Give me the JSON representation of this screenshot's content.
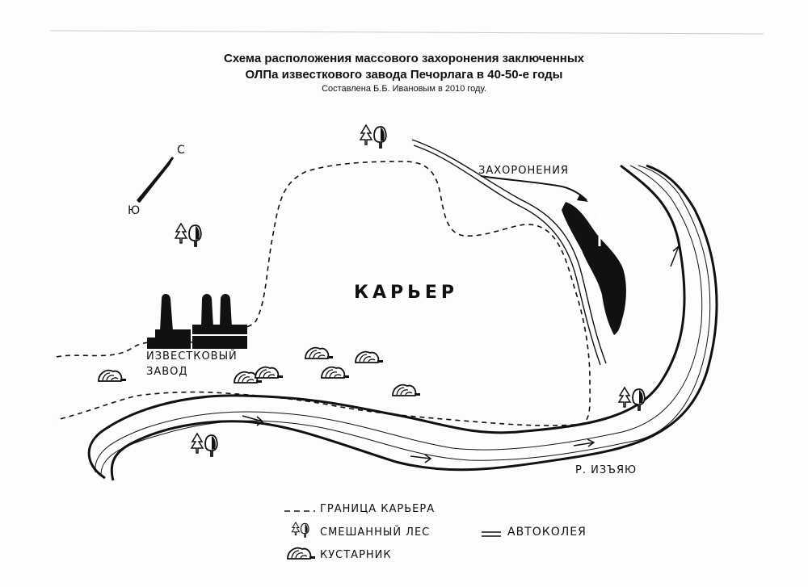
{
  "title": {
    "line1": "Схема расположения  массового захоронения заключенных",
    "line2": "ОЛПа известкового завода Печорлага  в 40-50-е годы",
    "author": "Составлена Б.Б. Ивановым в 2010 году."
  },
  "compass": {
    "north": "С",
    "south": "Ю"
  },
  "labels": {
    "quarry": "КАРЬЕР",
    "burials": "ЗАХОРОНЕНИЯ",
    "factory_line1": "ИЗВЕСТКОВЫЙ",
    "factory_line2": "ЗАВОД",
    "river": "Р. ИЗЪЯЮ"
  },
  "legend": {
    "boundary": "ГРАНИЦА КАРЬЕРА",
    "forest": "СМЕШАННЫЙ ЛЕС",
    "shrub": "КУСТАРНИК",
    "road": "АВТОКОЛЕЯ"
  },
  "colors": {
    "ink": "#111111",
    "paper": "#fdfdfb"
  }
}
